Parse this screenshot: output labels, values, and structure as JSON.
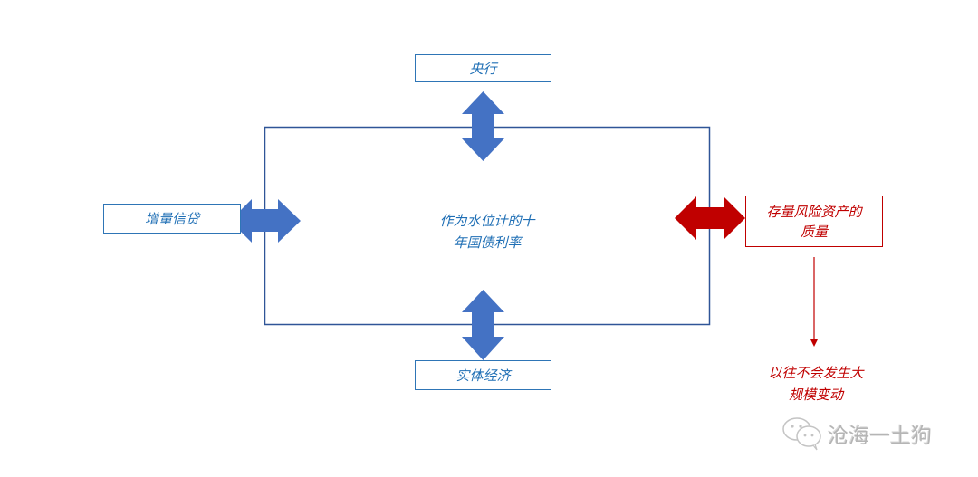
{
  "diagram": {
    "center_label": [
      "作为水位计的十",
      "年国债利率"
    ],
    "nodes": {
      "top": "央行",
      "bottom": "实体经济",
      "left": "增量信贷",
      "right": [
        "存量风险资产的",
        "质量"
      ]
    },
    "note": [
      "以往不会发生大",
      "规模变动"
    ],
    "colors": {
      "blue": "#4472c4",
      "blue_text": "#1f6fb5",
      "frame": "#2f5597",
      "red": "#c00000"
    }
  },
  "watermark": {
    "icon": "wechat-icon",
    "text": "沧海一土狗"
  }
}
